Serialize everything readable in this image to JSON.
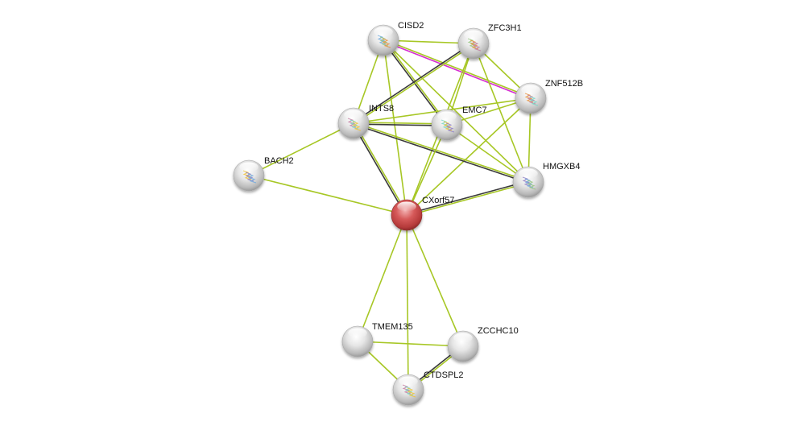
{
  "network": {
    "colors": {
      "textmining": "#a7c725",
      "coexpression": "#3b3b3b",
      "homology": "#d62ed2",
      "query_node": "#d64b4b",
      "node": "#d9d9d9"
    },
    "nodes": [
      {
        "id": "CISD2",
        "label": "CISD2",
        "query": false,
        "structure": true
      },
      {
        "id": "ZFC3H1",
        "label": "ZFC3H1",
        "query": false,
        "structure": true
      },
      {
        "id": "ZNF512B",
        "label": "ZNF512B",
        "query": false,
        "structure": true
      },
      {
        "id": "INTS8",
        "label": "INTS8",
        "query": false,
        "structure": true
      },
      {
        "id": "EMC7",
        "label": "EMC7",
        "query": false,
        "structure": true
      },
      {
        "id": "BACH2",
        "label": "BACH2",
        "query": false,
        "structure": true
      },
      {
        "id": "HMGXB4",
        "label": "HMGXB4",
        "query": false,
        "structure": true
      },
      {
        "id": "CXorf57",
        "label": "CXorf57",
        "query": true,
        "structure": false
      },
      {
        "id": "TMEM135",
        "label": "TMEM135",
        "query": false,
        "structure": false
      },
      {
        "id": "ZCCHC10",
        "label": "ZCCHC10",
        "query": false,
        "structure": false
      },
      {
        "id": "CTDSPL2",
        "label": "CTDSPL2",
        "query": false,
        "structure": true
      }
    ],
    "edges": [
      {
        "source": "CISD2",
        "target": "ZFC3H1",
        "types": [
          "textmining"
        ]
      },
      {
        "source": "CISD2",
        "target": "ZNF512B",
        "types": [
          "textmining",
          "homology"
        ]
      },
      {
        "source": "CISD2",
        "target": "INTS8",
        "types": [
          "textmining"
        ]
      },
      {
        "source": "CISD2",
        "target": "EMC7",
        "types": [
          "textmining",
          "coexpression"
        ]
      },
      {
        "source": "CISD2",
        "target": "HMGXB4",
        "types": [
          "textmining"
        ]
      },
      {
        "source": "CISD2",
        "target": "CXorf57",
        "types": [
          "textmining"
        ]
      },
      {
        "source": "ZFC3H1",
        "target": "INTS8",
        "types": [
          "textmining",
          "coexpression"
        ]
      },
      {
        "source": "ZFC3H1",
        "target": "EMC7",
        "types": [
          "textmining"
        ]
      },
      {
        "source": "ZFC3H1",
        "target": "ZNF512B",
        "types": [
          "textmining"
        ]
      },
      {
        "source": "ZFC3H1",
        "target": "HMGXB4",
        "types": [
          "textmining"
        ]
      },
      {
        "source": "ZFC3H1",
        "target": "CXorf57",
        "types": [
          "textmining"
        ]
      },
      {
        "source": "ZNF512B",
        "target": "INTS8",
        "types": [
          "textmining"
        ]
      },
      {
        "source": "ZNF512B",
        "target": "EMC7",
        "types": [
          "textmining"
        ]
      },
      {
        "source": "ZNF512B",
        "target": "HMGXB4",
        "types": [
          "textmining"
        ]
      },
      {
        "source": "ZNF512B",
        "target": "CXorf57",
        "types": [
          "textmining"
        ]
      },
      {
        "source": "INTS8",
        "target": "EMC7",
        "types": [
          "textmining",
          "coexpression"
        ]
      },
      {
        "source": "INTS8",
        "target": "HMGXB4",
        "types": [
          "textmining",
          "coexpression"
        ]
      },
      {
        "source": "INTS8",
        "target": "CXorf57",
        "types": [
          "textmining",
          "coexpression"
        ]
      },
      {
        "source": "INTS8",
        "target": "BACH2",
        "types": [
          "textmining"
        ]
      },
      {
        "source": "EMC7",
        "target": "HMGXB4",
        "types": [
          "textmining"
        ]
      },
      {
        "source": "EMC7",
        "target": "CXorf57",
        "types": [
          "textmining"
        ]
      },
      {
        "source": "BACH2",
        "target": "CXorf57",
        "types": [
          "textmining"
        ]
      },
      {
        "source": "HMGXB4",
        "target": "CXorf57",
        "types": [
          "textmining",
          "coexpression"
        ]
      },
      {
        "source": "CXorf57",
        "target": "TMEM135",
        "types": [
          "textmining"
        ]
      },
      {
        "source": "CXorf57",
        "target": "ZCCHC10",
        "types": [
          "textmining"
        ]
      },
      {
        "source": "CXorf57",
        "target": "CTDSPL2",
        "types": [
          "textmining"
        ]
      },
      {
        "source": "TMEM135",
        "target": "ZCCHC10",
        "types": [
          "textmining"
        ]
      },
      {
        "source": "TMEM135",
        "target": "CTDSPL2",
        "types": [
          "textmining"
        ]
      },
      {
        "source": "ZCCHC10",
        "target": "CTDSPL2",
        "types": [
          "textmining",
          "coexpression"
        ]
      }
    ]
  }
}
